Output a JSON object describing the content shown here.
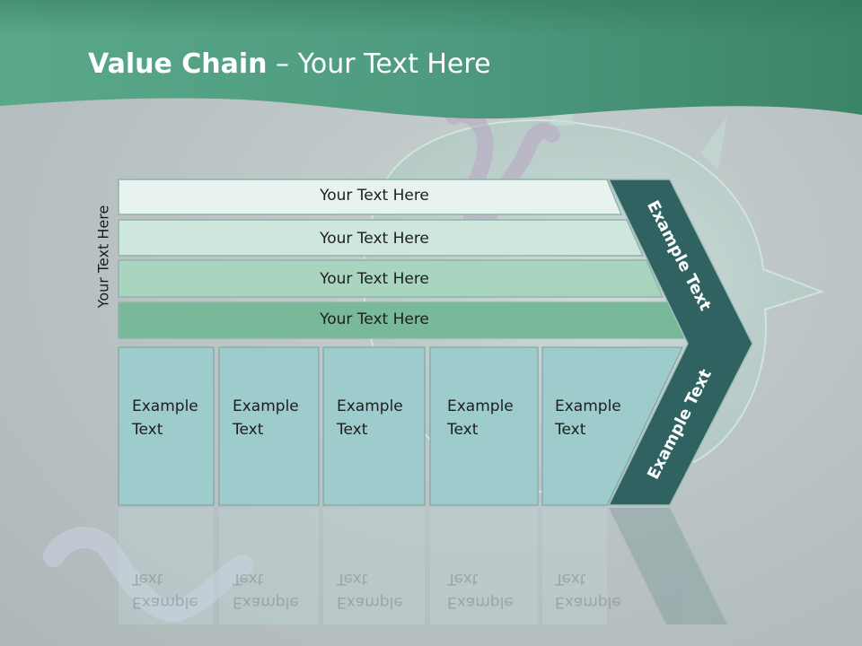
{
  "title": {
    "bold": "Value Chain",
    "rest": " – Your Text Here"
  },
  "side_label": "Your Text Here",
  "bars": [
    {
      "label": "Your Text Here"
    },
    {
      "label": "Your Text Here"
    },
    {
      "label": "Your Text Here"
    },
    {
      "label": "Your Text Here"
    }
  ],
  "columns": [
    {
      "line1": "Example",
      "line2": "Text"
    },
    {
      "line1": "Example",
      "line2": "Text"
    },
    {
      "line1": "Example",
      "line2": "Text"
    },
    {
      "line1": "Example",
      "line2": "Text"
    },
    {
      "line1": "Example",
      "line2": "Text"
    }
  ],
  "chevron": {
    "upper_label": "Example Text",
    "lower_label": "Example Text"
  },
  "colors": {
    "header": "#3f8f72",
    "bar1": "#e8f3ef",
    "bar2": "#cfe6dc",
    "bar3": "#a9d4c0",
    "bar4": "#78b99a",
    "column": "#9ecbcb",
    "chevron": "#2f6260"
  }
}
